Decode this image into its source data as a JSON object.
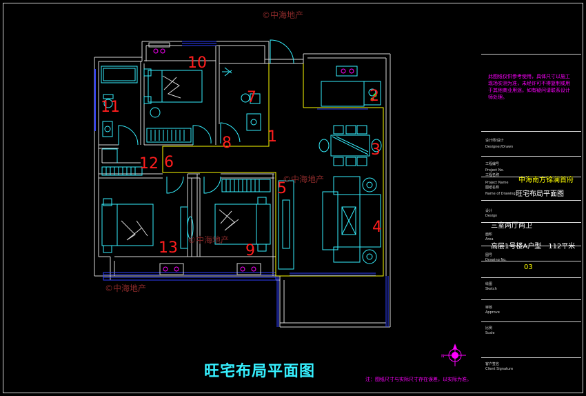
{
  "drawing_title": "旺宅布局平面图",
  "footnote": "注：图纸尺寸与实际尺寸存在误差，以实际为准。",
  "notes_text": "此图纸仅供参考使用，具体尺寸以施工现场实测为准，未经许可不得复制或用于其他商业用途。如有疑问请联系设计师处理。",
  "room_numbers": [
    "1",
    "2",
    "3",
    "4",
    "5",
    "6",
    "7",
    "8",
    "9",
    "10",
    "11",
    "12",
    "13"
  ],
  "watermarks": [
    "©中海地产",
    "©中海地产",
    "©中海地产",
    "©中海地产"
  ],
  "compass_label": "N",
  "title_block": {
    "designer": {
      "label": "设计师/设计",
      "sub": "Designer/Drawn"
    },
    "project_no": {
      "label": "工程编号",
      "sub": "Project No."
    },
    "project_name": {
      "label": "工程名称",
      "sub": "Project Name",
      "value": "中海南方锦澜首府"
    },
    "drawing_name": {
      "label": "图纸名称",
      "sub": "Name of Drawing",
      "value": "旺宅布局平面图"
    },
    "design": {
      "label": "设计",
      "sub": "Design",
      "value": "三室两厅两卫"
    },
    "area": {
      "label": "面积",
      "sub": "Area",
      "value": "高层1号楼A户型　112平米"
    },
    "drawing_no": {
      "label": "图号",
      "sub": "Drawing No.",
      "value": "03"
    },
    "sketch": {
      "label": "绘图",
      "sub": "Sketch"
    },
    "approve": {
      "label": "审核",
      "sub": "Approve"
    },
    "scale": {
      "label": "比例",
      "sub": "Scale"
    },
    "signature": {
      "label": "客户签名",
      "sub": "Client Signature"
    }
  },
  "colors": {
    "wall": "#d8d8d8",
    "window": "#3040ff",
    "furniture": "#36f0ff",
    "zone": "#ffff00",
    "label": "#ff1e1e",
    "accent": "#ff00ff"
  }
}
